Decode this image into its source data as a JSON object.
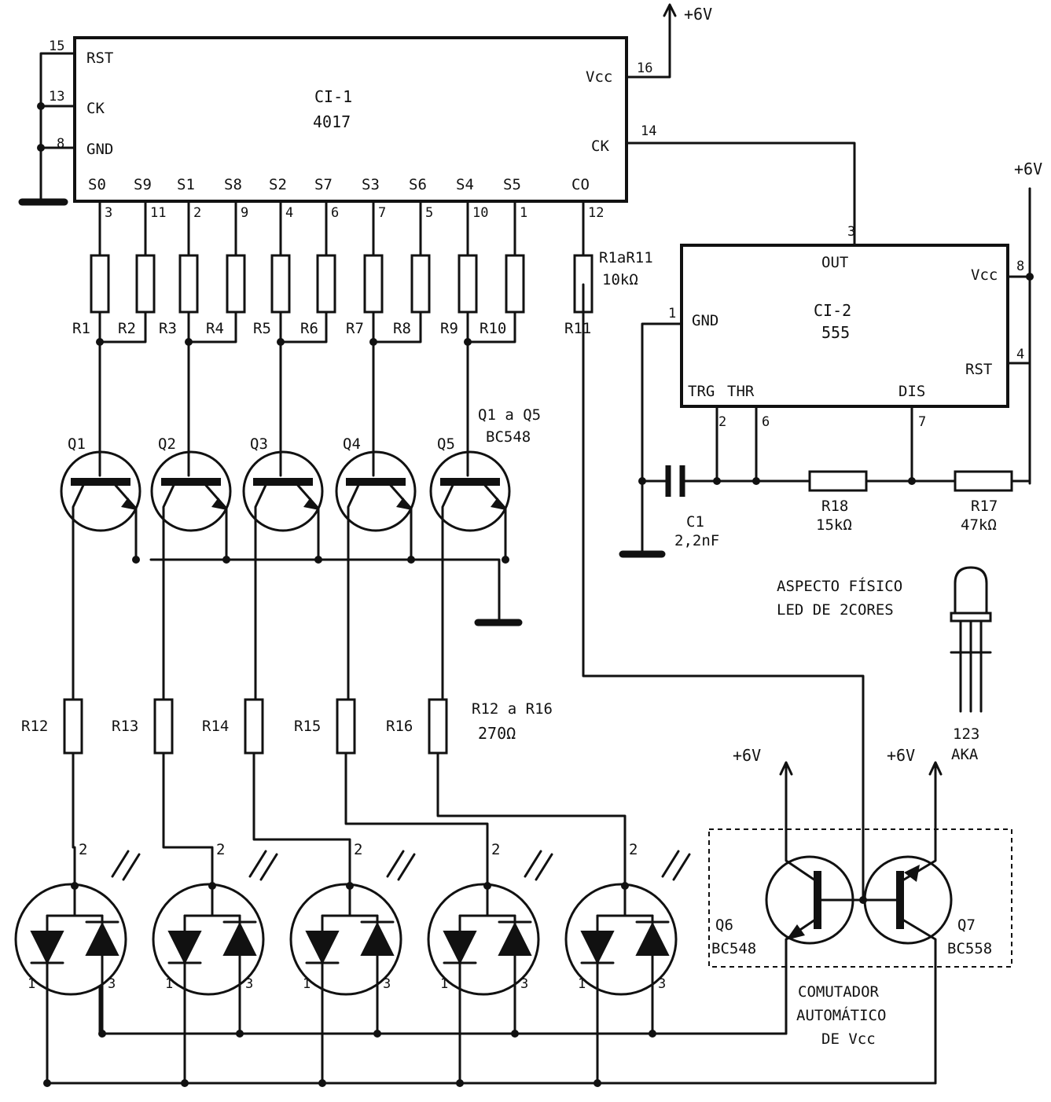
{
  "ci1": {
    "name": "CI-1",
    "part": "4017",
    "pins_left": [
      {
        "label": "RST",
        "num": "15"
      },
      {
        "label": "CK",
        "num": "13"
      },
      {
        "label": "GND",
        "num": "8"
      }
    ],
    "vcc": {
      "label": "Vcc",
      "num": "16"
    },
    "ck": {
      "label": "CK",
      "num": "14"
    },
    "outputs": [
      {
        "label": "S0",
        "num": "3"
      },
      {
        "label": "S9",
        "num": "11"
      },
      {
        "label": "S1",
        "num": "2"
      },
      {
        "label": "S8",
        "num": "9"
      },
      {
        "label": "S2",
        "num": "4"
      },
      {
        "label": "S7",
        "num": "6"
      },
      {
        "label": "S3",
        "num": "7"
      },
      {
        "label": "S6",
        "num": "5"
      },
      {
        "label": "S4",
        "num": "10"
      },
      {
        "label": "S5",
        "num": "1"
      },
      {
        "label": "CO",
        "num": "12"
      }
    ]
  },
  "supply": "+6V",
  "ci2": {
    "name": "CI-2",
    "part": "555",
    "out": {
      "label": "OUT",
      "num": "3"
    },
    "vcc": {
      "label": "Vcc",
      "num": "8"
    },
    "gnd": {
      "label": "GND",
      "num": "1"
    },
    "rst": {
      "label": "RST",
      "num": "4"
    },
    "trg": {
      "label": "TRG",
      "num": "2"
    },
    "thr": {
      "label": "THR",
      "num": "6"
    },
    "dis": {
      "label": "DIS",
      "num": "7"
    }
  },
  "resistors_top": [
    "R1",
    "R2",
    "R3",
    "R4",
    "R5",
    "R6",
    "R7",
    "R8",
    "R9",
    "R10",
    "R11"
  ],
  "r_note": {
    "label": "R1aR11",
    "value": "10kΩ"
  },
  "r17": {
    "label": "R17",
    "value": "47kΩ"
  },
  "r18": {
    "label": "R18",
    "value": "15kΩ"
  },
  "c1": {
    "label": "C1",
    "value": "2,2nF"
  },
  "transistors": [
    "Q1",
    "Q2",
    "Q3",
    "Q4",
    "Q5"
  ],
  "q_note": {
    "label": "Q1 a Q5",
    "part": "BC548"
  },
  "resistors_bottom": [
    "R12",
    "R13",
    "R14",
    "R15",
    "R16"
  ],
  "r_bottom_note": {
    "label": "R12 a R16",
    "value": "270Ω"
  },
  "led_pins": {
    "common": "2",
    "left": "1",
    "right": "3"
  },
  "led_info": {
    "line1": "ASPECTO FÍSICO",
    "line2": "LED DE 2CORES",
    "pins": "123",
    "pin_names": "AKA"
  },
  "q6": {
    "label": "Q6",
    "part": "BC548"
  },
  "q7": {
    "label": "Q7",
    "part": "BC558"
  },
  "switch_label": {
    "line1": "COMUTADOR",
    "line2": "AUTOMÁTICO",
    "line3": "DE Vcc"
  }
}
